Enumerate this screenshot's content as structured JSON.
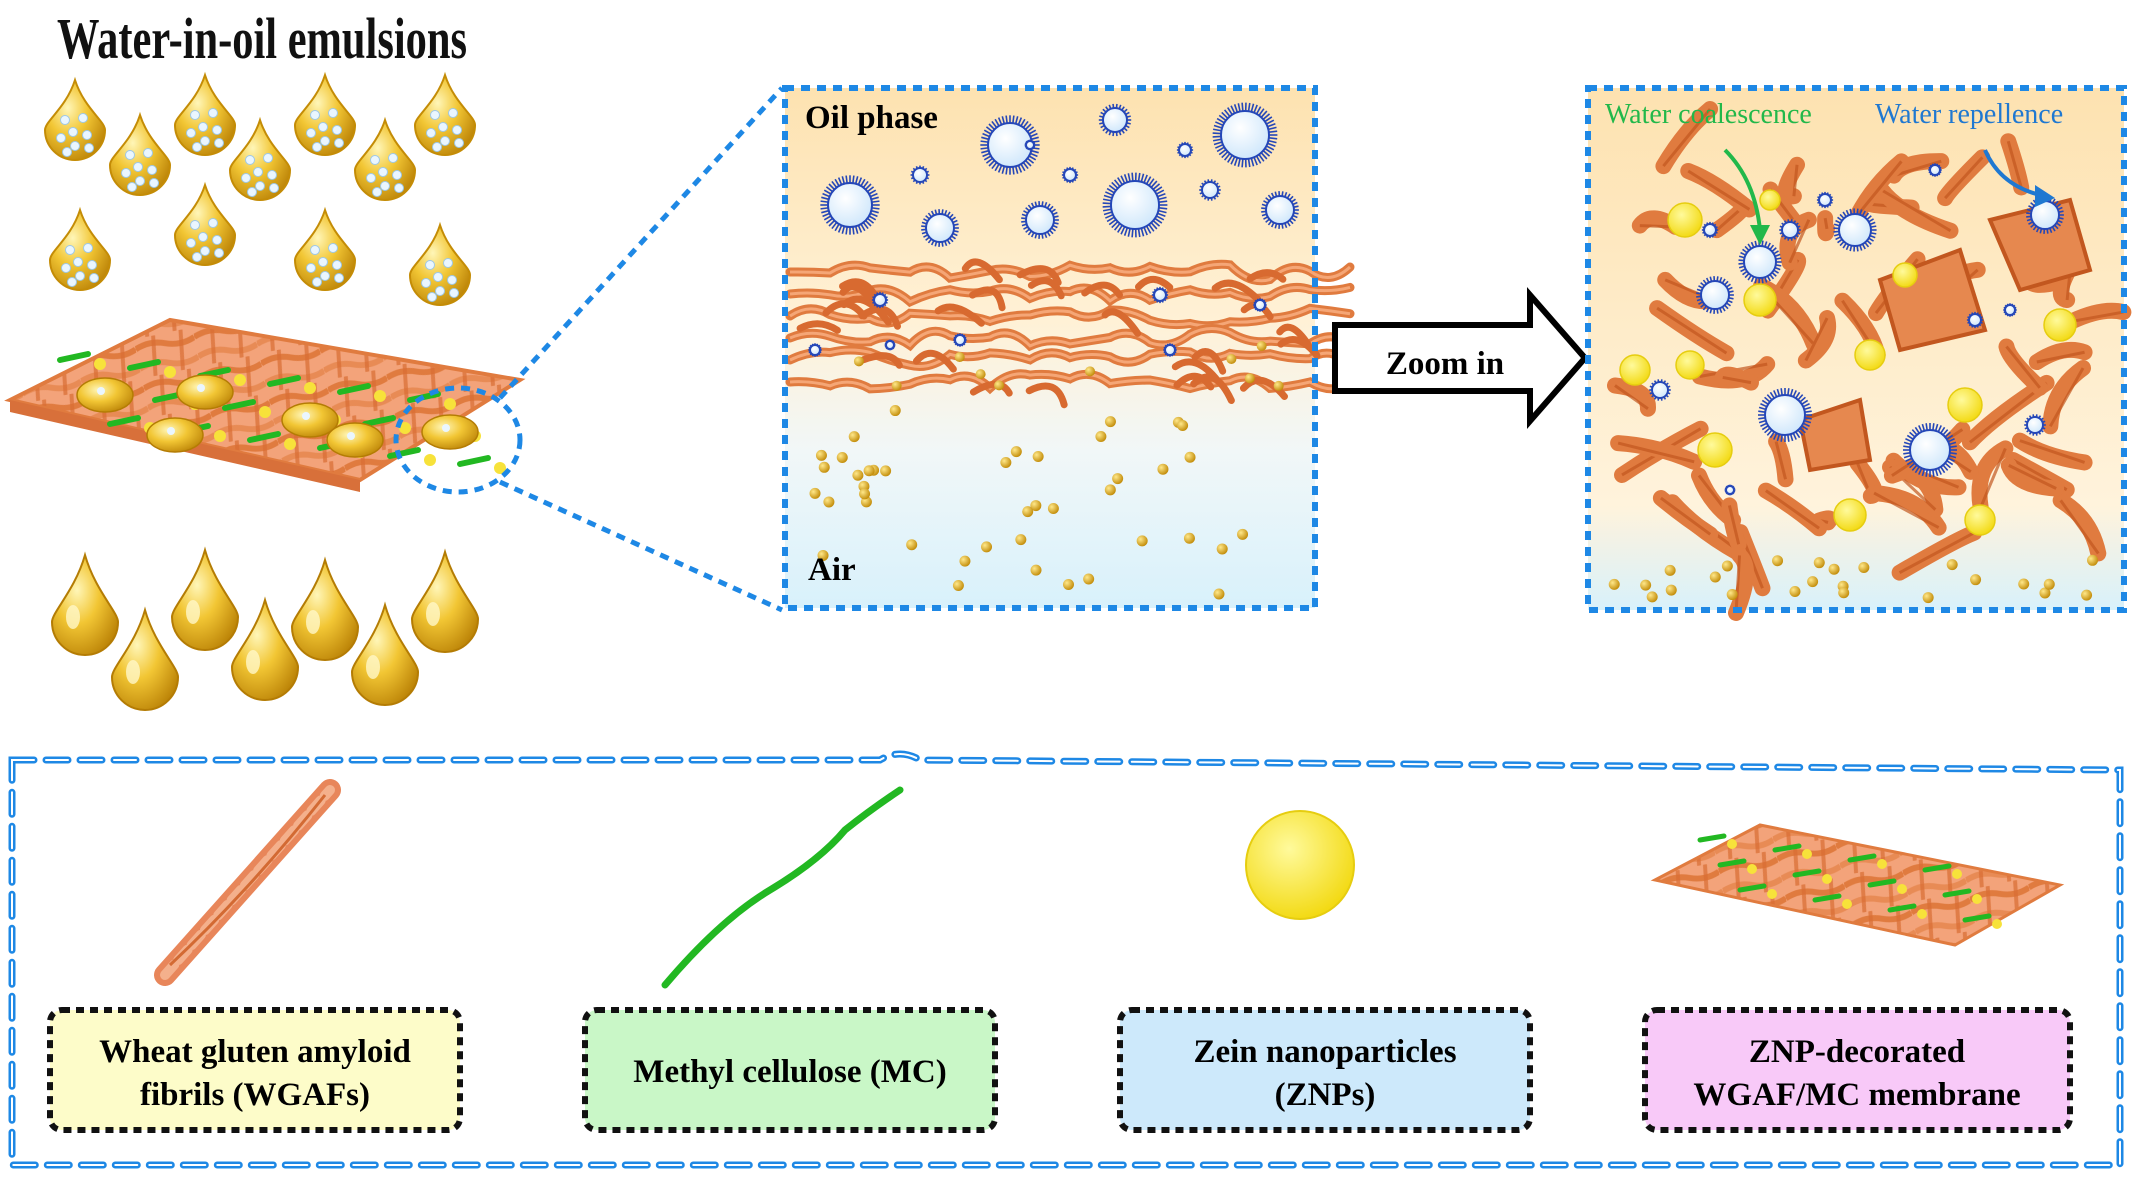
{
  "title": "Water-in-oil emulsions",
  "panel_oil": {
    "top_label": "Oil phase",
    "bottom_label": "Air"
  },
  "zoom_label": "Zoom in",
  "panel_zoom": {
    "coalescence_label": "Water coalescence",
    "repellence_label": "Water repellence"
  },
  "legend": {
    "items": [
      {
        "line1": "Wheat gluten amyloid",
        "line2": "fibrils (WGAFs)",
        "fill": "#fdfcc9"
      },
      {
        "line1": "Methyl cellulose (MC)",
        "line2": "",
        "fill": "#c9f7c7"
      },
      {
        "line1": "Zein nanoparticles",
        "line2": "(ZNPs)",
        "fill": "#cde9fb"
      },
      {
        "line1": "ZNP-decorated",
        "line2": "WGAF/MC membrane",
        "fill": "#f8c9f8"
      }
    ]
  },
  "colors": {
    "accent_blue": "#1e88e5",
    "fibril_orange": "#e07b3f",
    "oil_gold": "#e8b10f",
    "mc_green": "#22b822",
    "znp_yellow": "#f7e23a",
    "water_coalescence_green": "#22b84a",
    "water_repellence_blue": "#1f78d1"
  }
}
